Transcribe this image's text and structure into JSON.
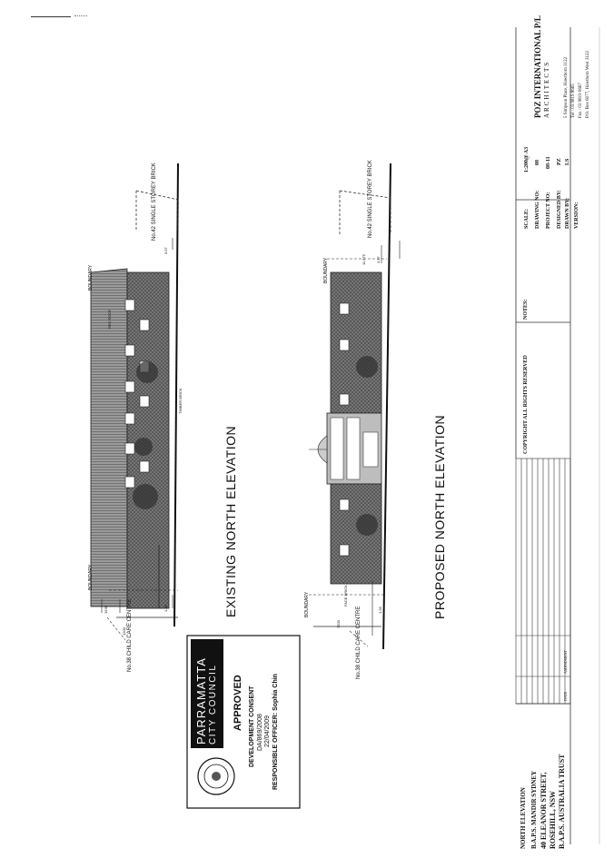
{
  "sheet": {
    "title_small": "NORTH ELEVATION",
    "project_lines": [
      "B.A.P.S. MANDIR SYDNEY",
      "40 ELEANOR STREET,",
      "ROSEHILL, NSW",
      "B.A.P.S. AUSTRALIA TRUST"
    ]
  },
  "elevations": {
    "existing_title": "EXISTING NORTH ELEVATION",
    "proposed_title": "PROPOSED NORTH ELEVATION",
    "existing_labels": {
      "boundary_top": "BOUNDARY",
      "boundary_bottom": "BOUNDARY",
      "neighbour_right": "No.42 SINGLE STOREY BRICK",
      "neighbour_left": "No.38 CHILD CARE CENTRE",
      "roof": "RED ROOF",
      "wall": "TIMBER BRICK",
      "dims": [
        "1535",
        "1200",
        "3.57",
        "1.26"
      ]
    },
    "proposed_labels": {
      "boundary_top": "BOUNDARY",
      "boundary_bottom": "BOUNDARY",
      "neighbour_right": "No.42 SINGLE STOREY BRICK",
      "neighbour_left": "No.38 CHILD CARE CENTRE",
      "fence": "FACE BRICK",
      "dims": [
        "7200",
        "3.57",
        "1.26",
        "11.575"
      ]
    }
  },
  "stamp": {
    "council_line1": "PARRAMATTA",
    "council_line2": "CITY COUNCIL",
    "approved": "APPROVED",
    "consent": "DEVELOPMENT CONSENT",
    "da_number": "DA/869/2008",
    "date": "22/04/2009",
    "officer": "RESPONSIBLE OFFICER: Sophia Chin"
  },
  "title_block": {
    "copyright": "COPYRIGHT ALL RIGHTS RESERVED",
    "notes_heading": "NOTES:",
    "scale_label": "SCALE:",
    "scale_value": "1:200@ A3",
    "drawing_no_label": "DRAWING NO:",
    "drawing_no_value": "08",
    "project_no_label": "PROJECT NO:",
    "project_no_value": "08-11",
    "designed_by_label": "DESIGNED BY:",
    "designed_by_value": "PZ",
    "drawn_by_label": "DRAWN BY:",
    "drawn_by_value": "LS",
    "version_label": "VERSION:",
    "firm_name": "POZ INTERNATIONAL P/L",
    "firm_sub": "ARCHITECTS",
    "firm_address": "5 Simpson Place, Hawthorn 3122",
    "firm_tel": "Tel : 03 9819 8665",
    "firm_fax": "Fax : 03 9819 0667",
    "firm_po": "P.O. Box 6077, Hawthorn West 3122",
    "rev_date": "DATE",
    "rev_amend": "AMENDMENT"
  }
}
